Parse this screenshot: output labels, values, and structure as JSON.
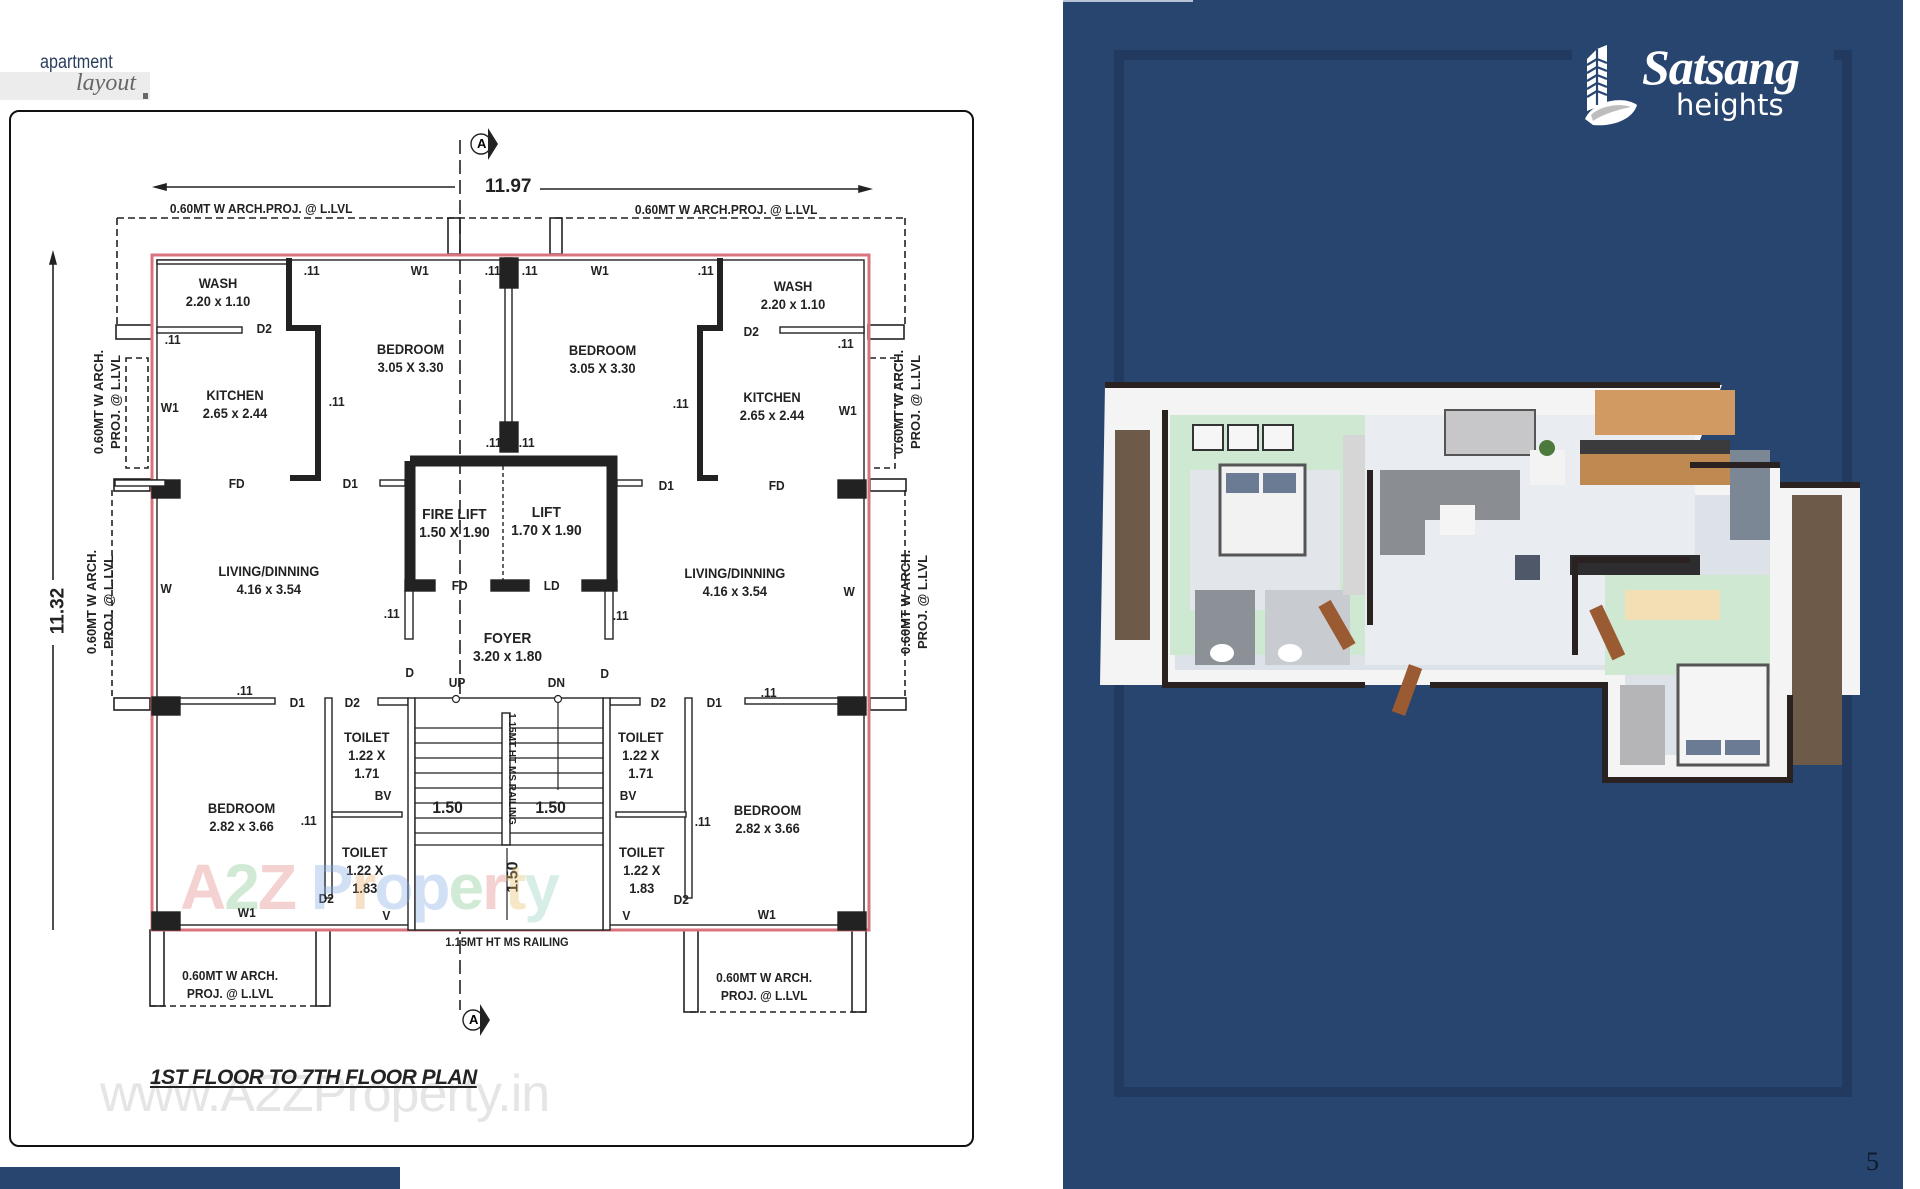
{
  "header": {
    "line1": "apartment",
    "line2": "layout"
  },
  "plan": {
    "title": "1ST FLOOR TO 7TH FLOOR PLAN",
    "watermark": "www.A2ZProperty.in",
    "watermark_logo": "A2Z Property",
    "dimensions": {
      "width": "11.97",
      "height": "11.32"
    },
    "section_marker": "A",
    "arch_proj_top": "0.60MT W ARCH.PROJ. @ L.LVL",
    "arch_proj_side_1": "0.60MT W ARCH.",
    "arch_proj_side_2": "PROJ. @ L.LVL",
    "railing_bottom": "1.15MT HT MS RAILING",
    "railing_stair": "1.15MT HT MS RAILING",
    "rooms": {
      "wash_name": "WASH",
      "wash_size": "2.20 x 1.10",
      "kitchen_name": "KITCHEN",
      "kitchen_size": "2.65 x 2.44",
      "bedroom_top_name": "BEDROOM",
      "bedroom_top_size": "3.05 X 3.30",
      "living_name": "LIVING/DINNING",
      "living_size": "4.16 x 3.54",
      "fire_lift_name": "FIRE LIFT",
      "fire_lift_size": "1.50 X 1.90",
      "lift_name": "LIFT",
      "lift_size": "1.70 X 1.90",
      "foyer_name": "FOYER",
      "foyer_size": "3.20 x 1.80",
      "toilet_name": "TOILET",
      "toilet1_size_a": "1.22 X",
      "toilet1_size_b": "1.71",
      "toilet2_size_a": "1.22 X",
      "toilet2_size_b": "1.83",
      "bedroom_bottom_name": "BEDROOM",
      "bedroom_bottom_size": "2.82 x 3.66"
    },
    "tags": {
      "d": "D",
      "d1": "D1",
      "d2": "D2",
      "fd": "FD",
      "ld": "LD",
      "w": "W",
      "w1": "W1",
      "bv": "BV",
      "v": "V",
      "wall": ".11",
      "up": "UP",
      "dn": "DN",
      "stair_width": "1.50",
      "stair_landing": "1.50"
    }
  },
  "brand": {
    "name": "Satsang",
    "sub": "heights"
  },
  "page_number": "5",
  "colors": {
    "panel": "#28456f",
    "frame": "#223a5f",
    "wall_red": "#d9737d"
  }
}
